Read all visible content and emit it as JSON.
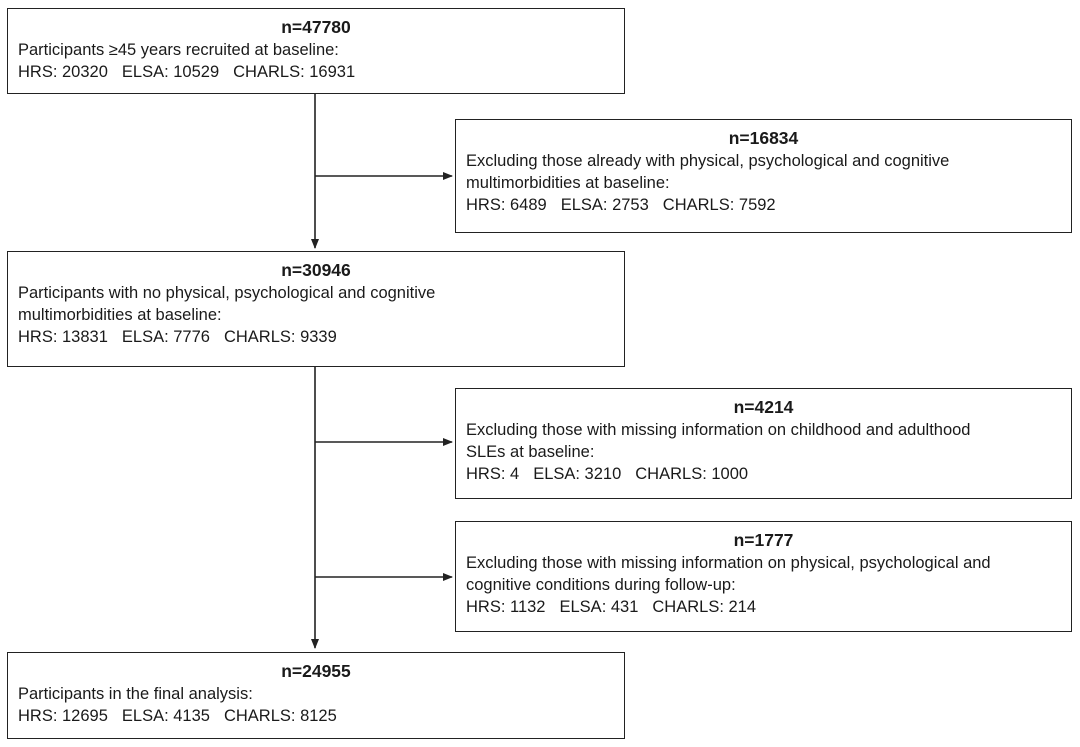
{
  "boxes": {
    "baseline": {
      "title": "n=47780",
      "lines": [
        "Participants ≥45 years recruited at baseline:"
      ],
      "counts": [
        "HRS: 20320",
        "ELSA: 10529",
        "CHARLS: 16931"
      ]
    },
    "excl_multimorbid": {
      "title": "n=16834",
      "lines": [
        "Excluding those already with physical, psychological and cognitive",
        "multimorbidities at baseline:"
      ],
      "counts": [
        "HRS: 6489",
        "ELSA: 2753",
        "CHARLS: 7592"
      ]
    },
    "no_multimorbid": {
      "title": "n=30946",
      "lines": [
        "Participants with no physical, psychological and cognitive",
        "multimorbidities at baseline:"
      ],
      "counts": [
        "HRS: 13831",
        "ELSA: 7776",
        "CHARLS: 9339"
      ]
    },
    "excl_sles": {
      "title": "n=4214",
      "lines": [
        "Excluding those with missing information on childhood and adulthood",
        "SLEs at baseline:"
      ],
      "counts": [
        "HRS: 4",
        "ELSA: 3210",
        "CHARLS: 1000"
      ]
    },
    "excl_followup": {
      "title": "n=1777",
      "lines": [
        "Excluding those with missing information on physical, psychological and",
        "cognitive conditions during follow-up:"
      ],
      "counts": [
        "HRS: 1132",
        "ELSA: 431",
        "CHARLS: 214"
      ]
    },
    "final": {
      "title": "n=24955",
      "lines": [
        "Participants in the final analysis:"
      ],
      "counts": [
        "HRS: 12695",
        "ELSA: 4135",
        "CHARLS: 8125"
      ]
    }
  }
}
